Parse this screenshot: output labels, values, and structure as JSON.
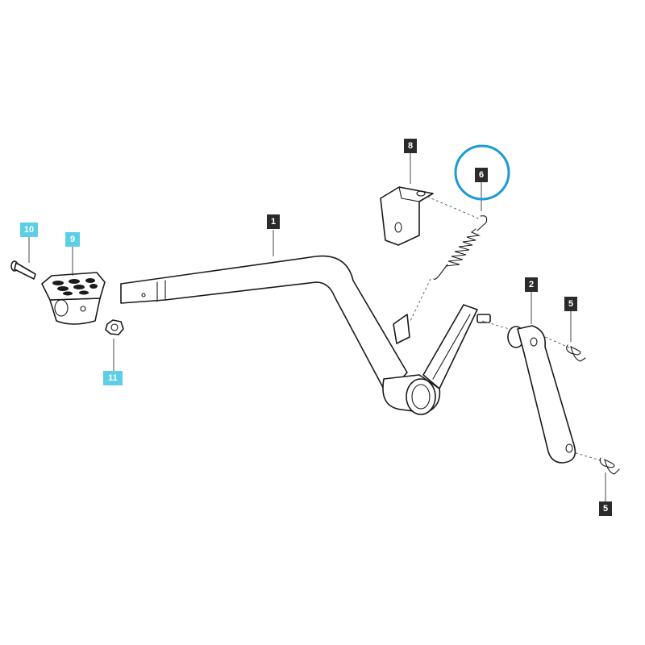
{
  "callouts": {
    "c1": "1",
    "c2": "2",
    "c5a": "5",
    "c5b": "5",
    "c6": "6",
    "c8": "8",
    "c9": "9",
    "c10": "10",
    "c11": "11"
  },
  "colors": {
    "label_dark": "#2b2b2b",
    "label_cyan": "#5ccfe6",
    "highlight_ring": "#1a9ad6"
  },
  "highlight": {
    "callout": "6"
  }
}
